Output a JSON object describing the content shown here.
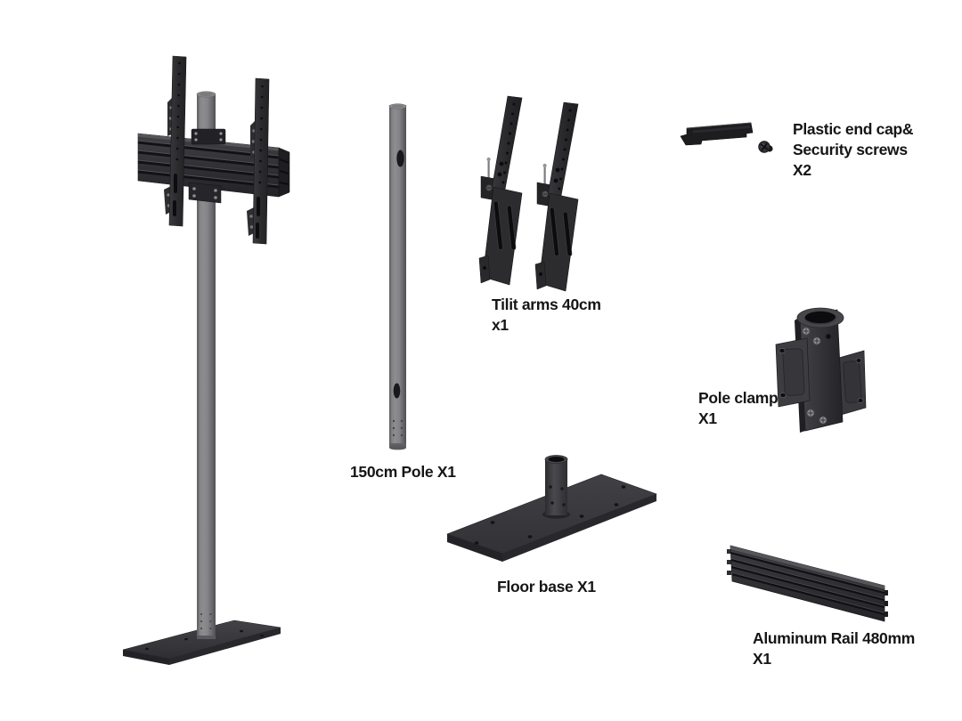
{
  "diagram": {
    "title": "TV floor stand parts diagram",
    "background": "#ffffff",
    "text_color": "#151515"
  },
  "parts": {
    "assembled_stand": {
      "image": "assembled-floor-stand-render",
      "label_lines": []
    },
    "pole": {
      "image": "150cm-pole-render",
      "label_lines": [
        "150cm Pole X1"
      ]
    },
    "tilt_arms": {
      "image": "tilt-arms-render",
      "label_lines": [
        "Tilit arms 40cm",
        "x1"
      ]
    },
    "end_cap": {
      "image": "plastic-end-cap-and-screw-render",
      "label_lines": [
        "Plastic end cap&",
        "Security screws",
        "X2"
      ]
    },
    "pole_clamp": {
      "image": "pole-clamp-render",
      "label_lines": [
        "Pole clamp",
        "X1"
      ]
    },
    "floor_base": {
      "image": "floor-base-render",
      "label_lines": [
        "Floor base X1"
      ]
    },
    "aluminum_rail": {
      "image": "aluminum-rail-render",
      "label_lines": [
        "Aluminum Rail 480mm",
        "X1"
      ]
    }
  },
  "colors": {
    "metal_dark": "#2a2a2d",
    "metal_mid": "#3a3a3e",
    "pole_gray": "#7d7d80",
    "hole_dark": "#0e0e10",
    "screw_light": "#8f8f93"
  }
}
